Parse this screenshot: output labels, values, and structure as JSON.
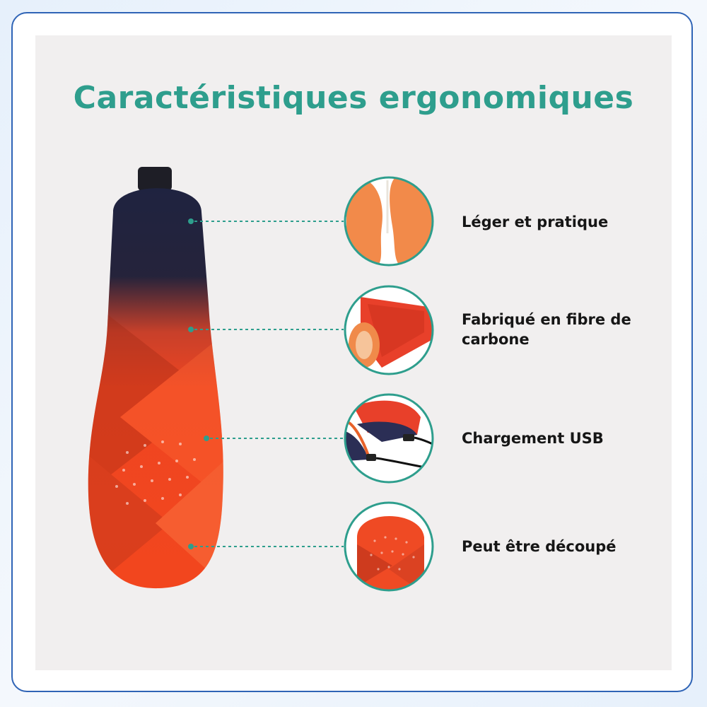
{
  "title": "Caractéristiques ergonomiques",
  "features": [
    {
      "label": "Léger et pratique",
      "icon": "orange-foam-insoles-icon"
    },
    {
      "label": "Fabriqué en fibre de carbone",
      "icon": "rolled-carbon-fiber-insole-icon"
    },
    {
      "label": "Chargement USB",
      "icon": "usb-charging-cable-icon"
    },
    {
      "label": "Peut être découpé",
      "icon": "insole-heel-closeup-icon"
    }
  ],
  "colors": {
    "accent": "#2e9e8d",
    "frame": "#2f64b6",
    "panel": "#f1efef",
    "insole_top": "#1f2340",
    "insole_bottom": "#f2461e"
  }
}
